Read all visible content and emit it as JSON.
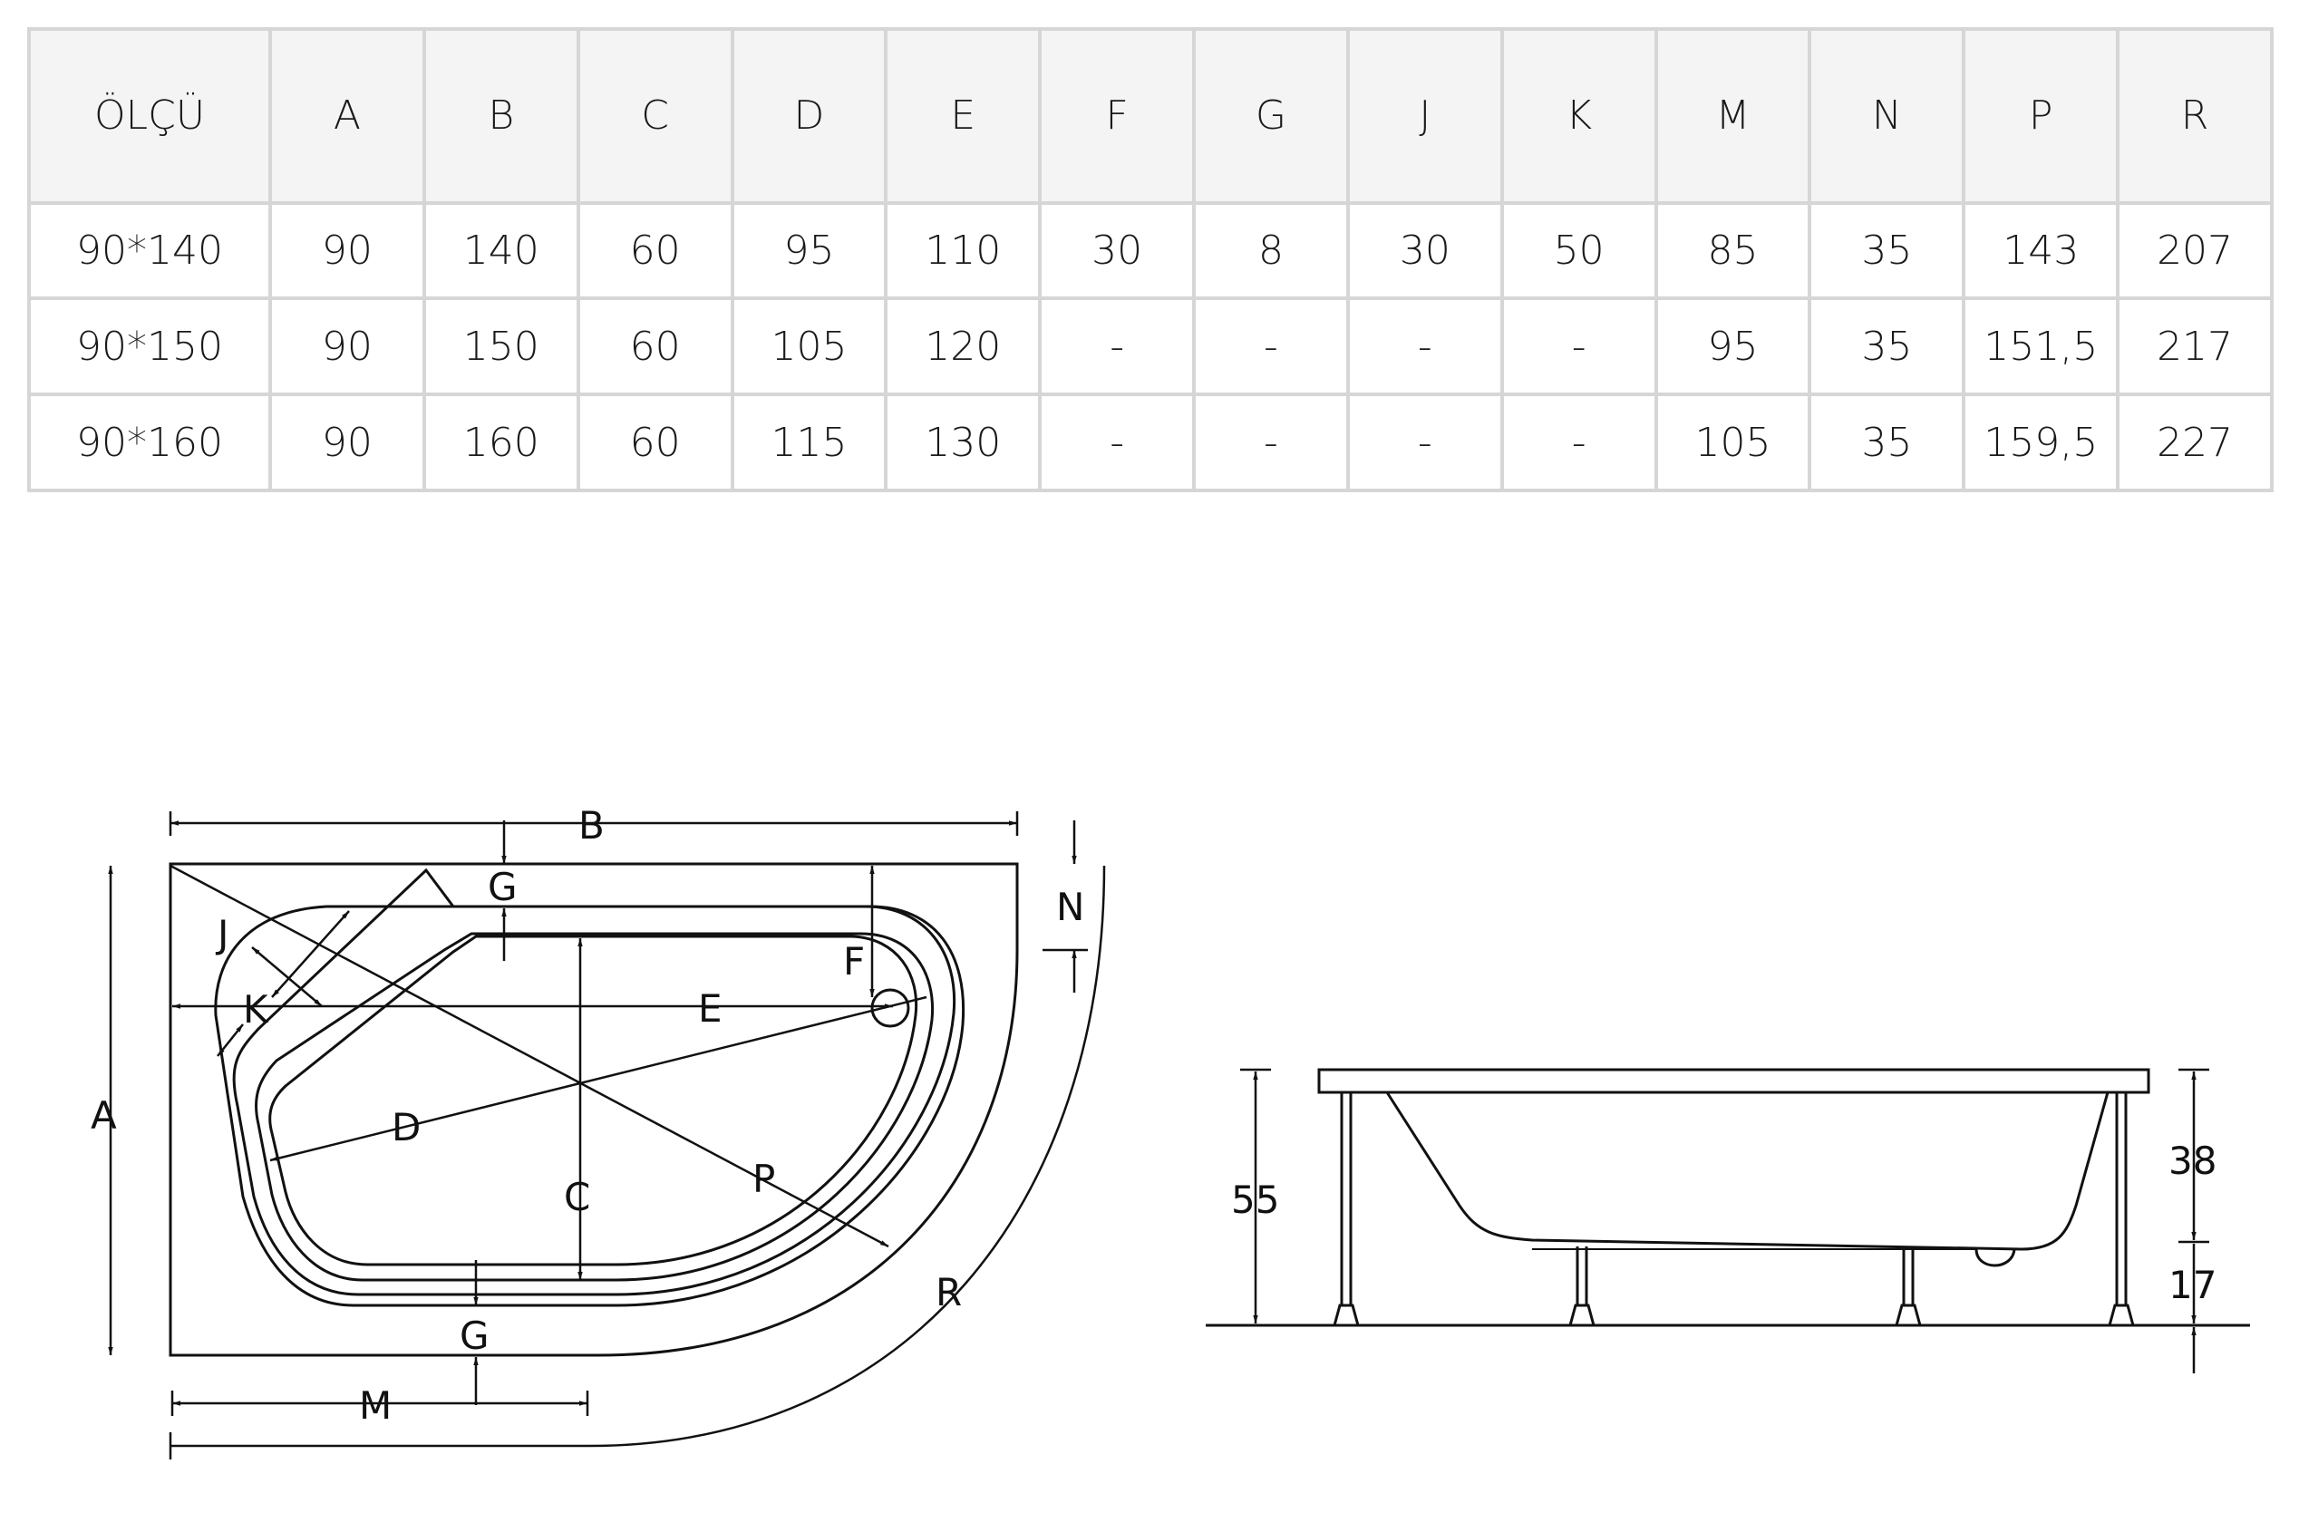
{
  "table": {
    "headers": [
      "ÖLÇÜ",
      "A",
      "B",
      "C",
      "D",
      "E",
      "F",
      "G",
      "J",
      "K",
      "M",
      "N",
      "P",
      "R"
    ],
    "rows": [
      [
        "90*140",
        "90",
        "140",
        "60",
        "95",
        "110",
        "30",
        "8",
        "30",
        "50",
        "85",
        "35",
        "143",
        "207"
      ],
      [
        "90*150",
        "90",
        "150",
        "60",
        "105",
        "120",
        "-",
        "-",
        "-",
        "-",
        "95",
        "35",
        "151,5",
        "217"
      ],
      [
        "90*160",
        "90",
        "160",
        "60",
        "115",
        "130",
        "-",
        "-",
        "-",
        "-",
        "105",
        "35",
        "159,5",
        "227"
      ]
    ]
  },
  "top_view": {
    "labels": {
      "A": "A",
      "B": "B",
      "C": "C",
      "D": "D",
      "E": "E",
      "F": "F",
      "G_top": "G",
      "G_bottom": "G",
      "J": "J",
      "K": "K",
      "M": "M",
      "N": "N",
      "P": "P",
      "R": "R"
    }
  },
  "side_view": {
    "labels": {
      "total_height": "55",
      "tub_height": "38",
      "leg_height": "17"
    }
  }
}
